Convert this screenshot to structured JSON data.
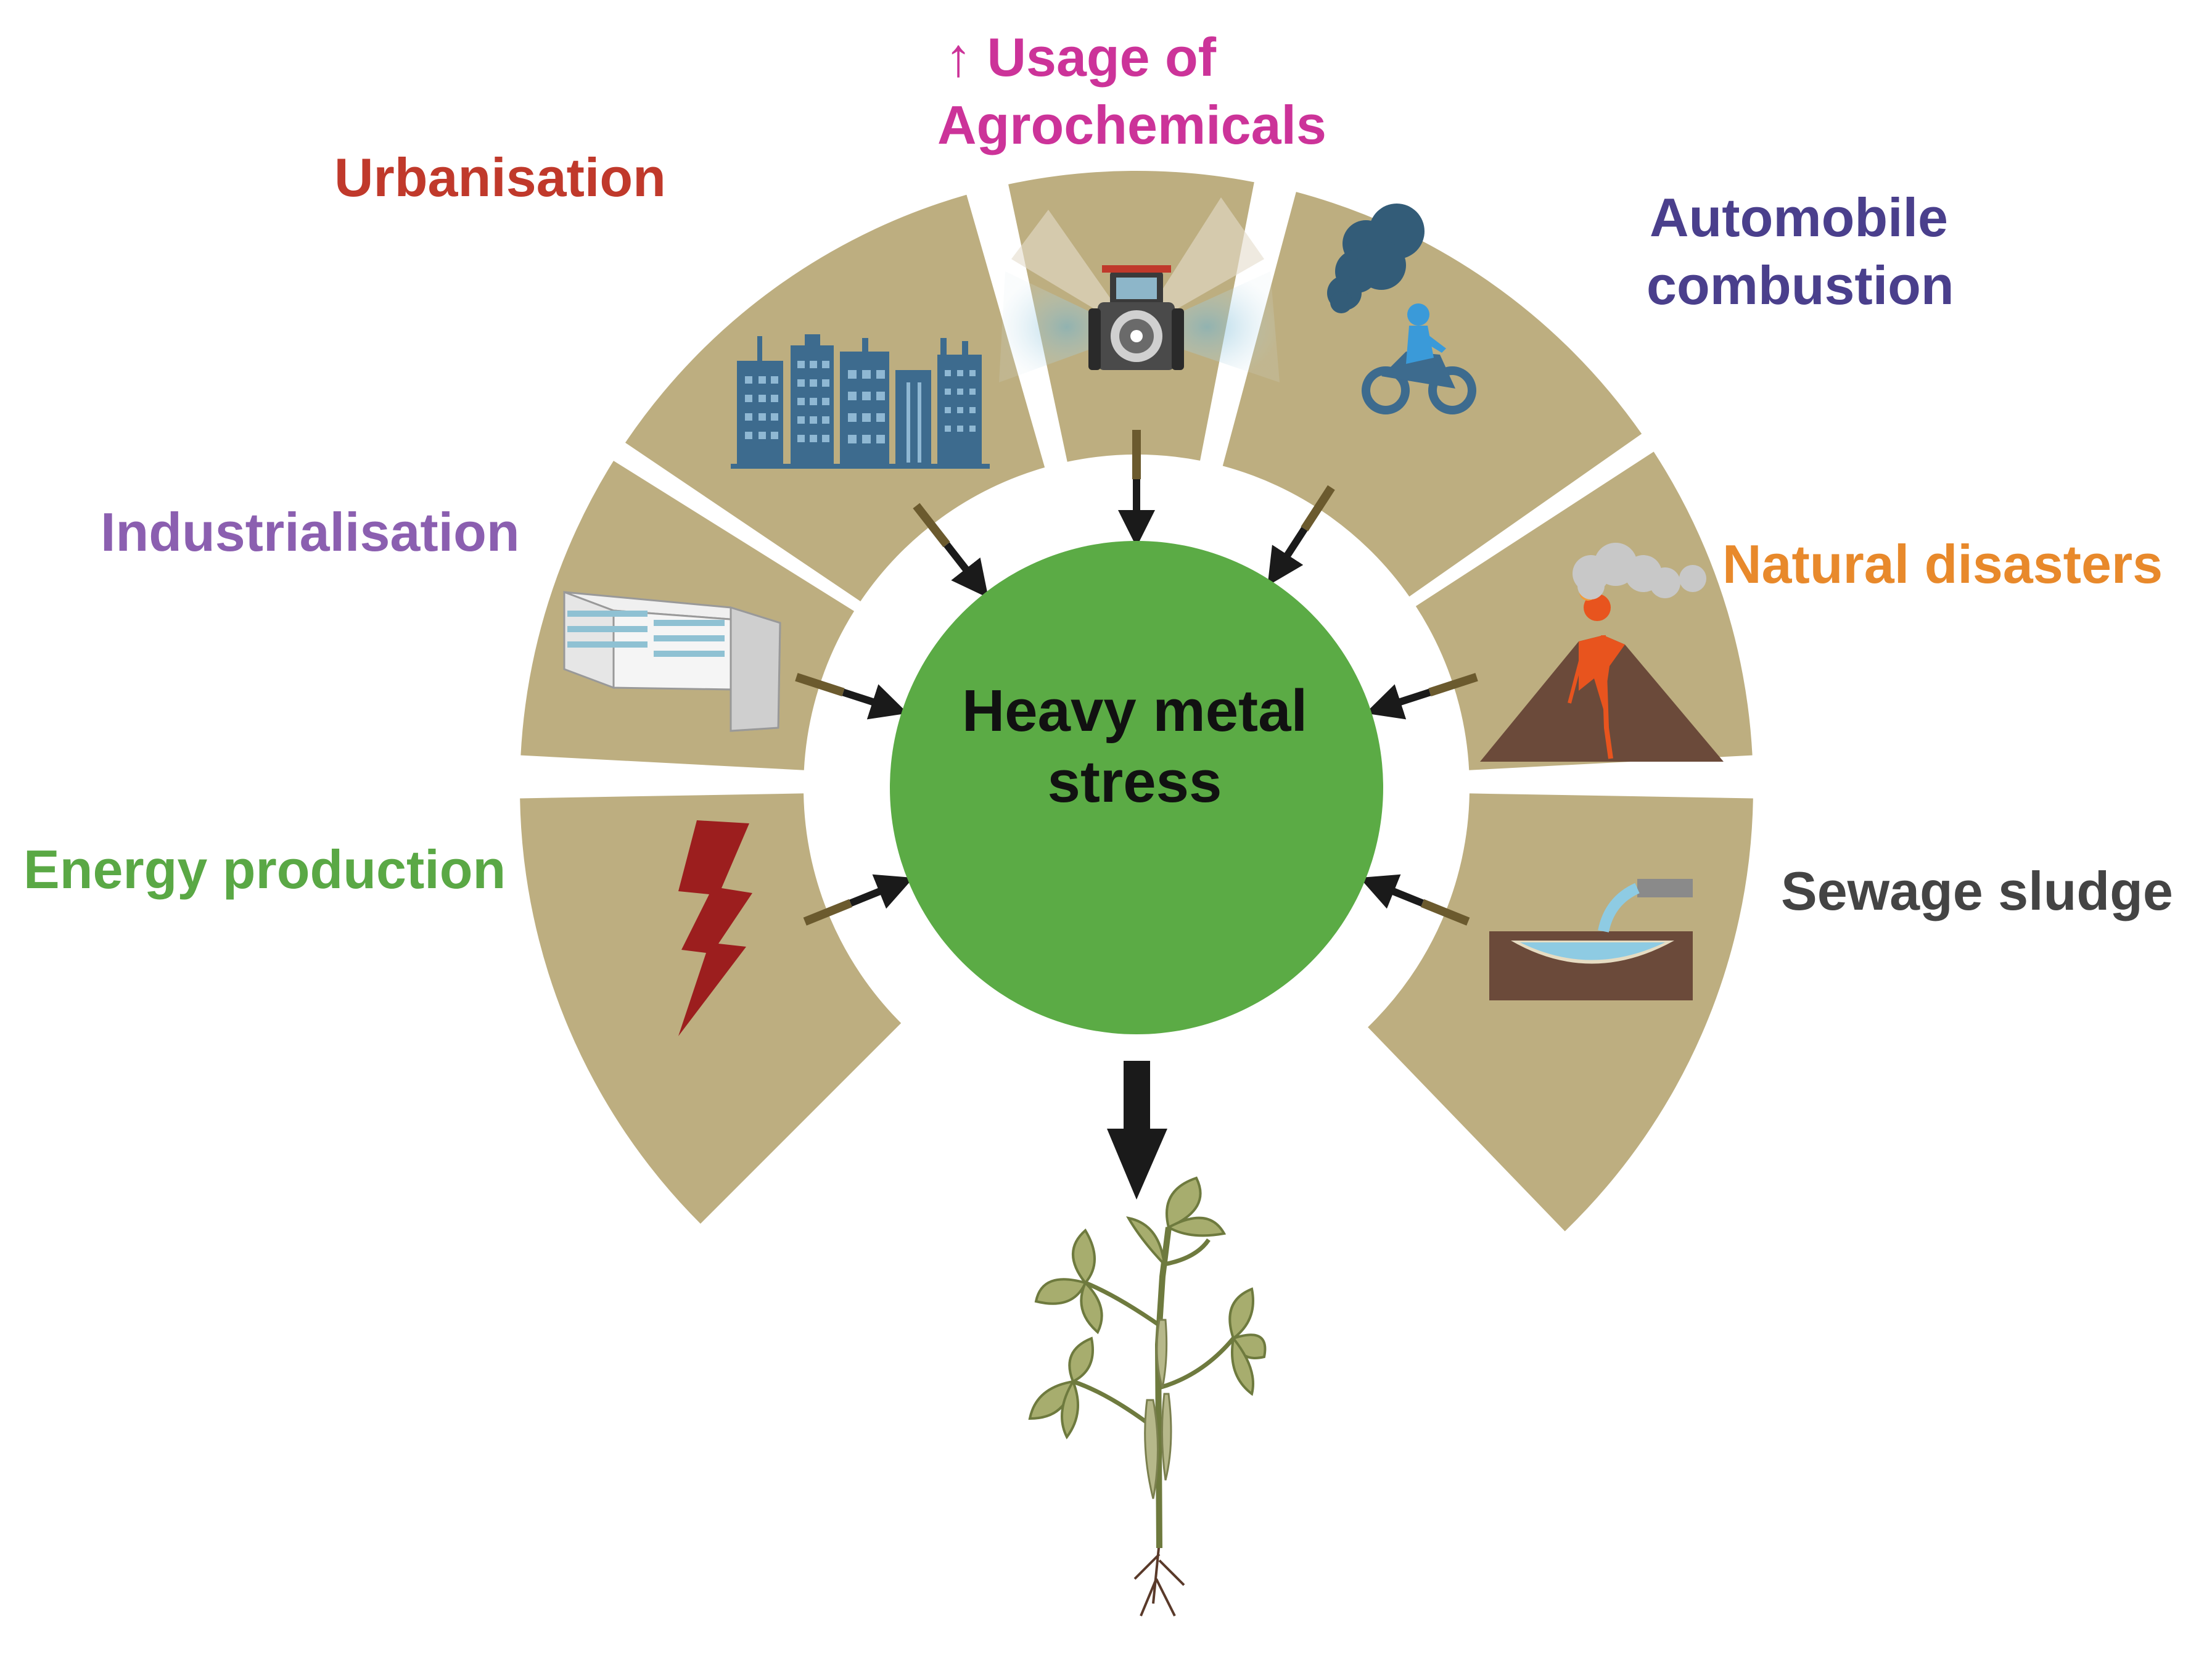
{
  "center": {
    "line1": "Heavy metal",
    "line2": "stress"
  },
  "sources": {
    "urbanisation": {
      "text": "Urbanisation",
      "color": "#c0392b"
    },
    "agrochemicals": {
      "line1": "↑ Usage of",
      "line2": "Agrochemicals",
      "color": "#cc3399"
    },
    "automobile": {
      "line1": "Automobile",
      "line2": "combustion",
      "color": "#4a3f8c"
    },
    "industrialisation": {
      "text": "Industrialisation",
      "color": "#8b5fb0"
    },
    "natural_disasters": {
      "text": "Natural disasters",
      "color": "#e8892b"
    },
    "energy": {
      "text": "Energy production",
      "color": "#5aa845"
    },
    "sewage": {
      "text": "Sewage sludge",
      "color": "#444444"
    }
  },
  "colors": {
    "sector_fill": "#bdae80",
    "circle_fill": "#5bab45",
    "arrow": "#1a1a1a"
  },
  "icons": [
    "buildings-icon",
    "tractor-icon",
    "motorcycle-icon",
    "smoke-icon",
    "factory-icon",
    "volcano-icon",
    "lightning-icon",
    "sewage-pipe-icon",
    "plant-icon"
  ]
}
